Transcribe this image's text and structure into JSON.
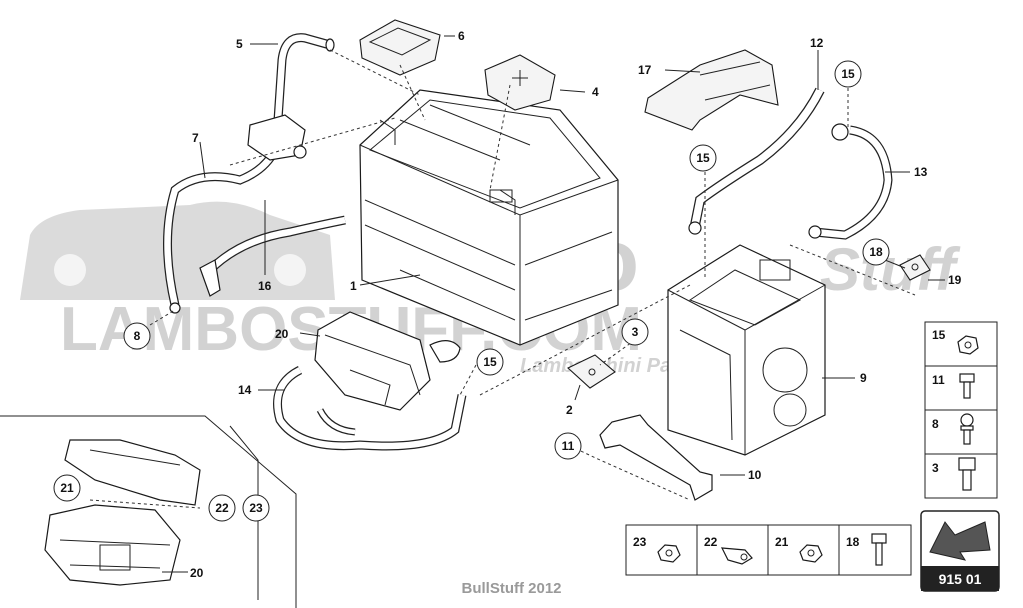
{
  "watermark": {
    "line1": "lambo",
    "line1_script": "Stuff",
    "line2": "LAMBOSTUFF.COM",
    "line2_tag": "Lamborghini Parts"
  },
  "callouts": {
    "c1": "1",
    "c2": "2",
    "c3": "3",
    "c4": "4",
    "c5": "5",
    "c6": "6",
    "c7": "7",
    "c8": "8",
    "c9": "9",
    "c10": "10",
    "c11": "11",
    "c12": "12",
    "c13": "13",
    "c14": "14",
    "c15a": "15",
    "c15b": "15",
    "c15c": "15",
    "c16": "16",
    "c17": "17",
    "c18": "18",
    "c19": "19",
    "c20a": "20",
    "c20b": "20",
    "c21": "21",
    "c22": "22",
    "c23": "23"
  },
  "legend_vertical": [
    "15",
    "11",
    "8",
    "3"
  ],
  "legend_horizontal": [
    "23",
    "22",
    "21",
    "18"
  ],
  "page_number": "915 01",
  "footer": "BullStuff 2012"
}
